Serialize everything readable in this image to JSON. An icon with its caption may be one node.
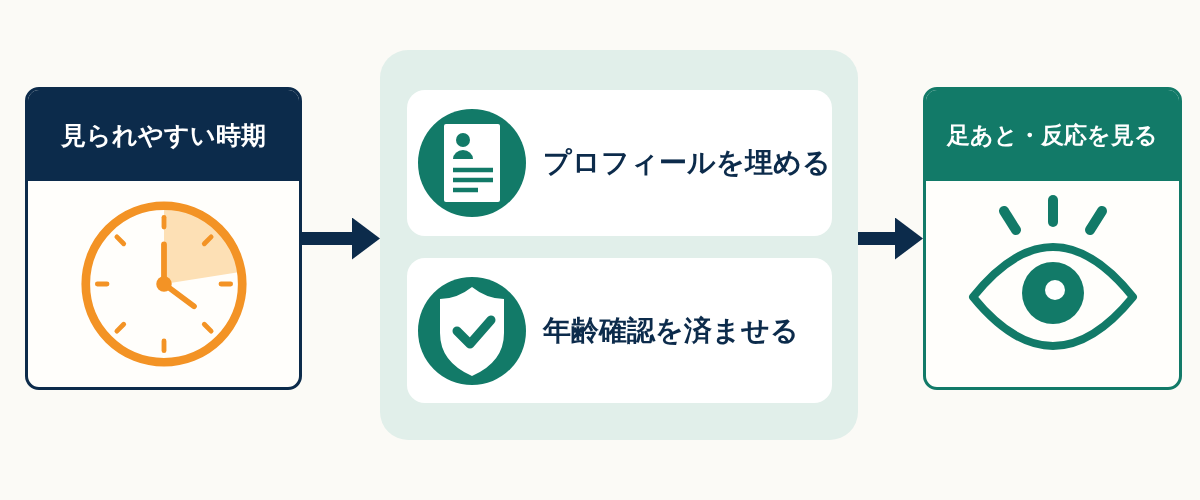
{
  "diagram": {
    "nodes": [
      {
        "text": [
          "見られやすい時期"
        ]
      },
      {
        "text": [],
        "shape": "box"
      },
      {
        "text": [
          "プロフィールを埋める"
        ],
        "in": 1
      },
      {
        "text": [
          "年齢確認を済ませる"
        ],
        "in": 1
      },
      {
        "text": [
          "足あと・反応を見る"
        ]
      }
    ],
    "edges": [
      {
        "from": 0,
        "to": 1,
        "arrow": "to"
      },
      {
        "from": 1,
        "to": 4,
        "arrow": "to"
      }
    ]
  }
}
